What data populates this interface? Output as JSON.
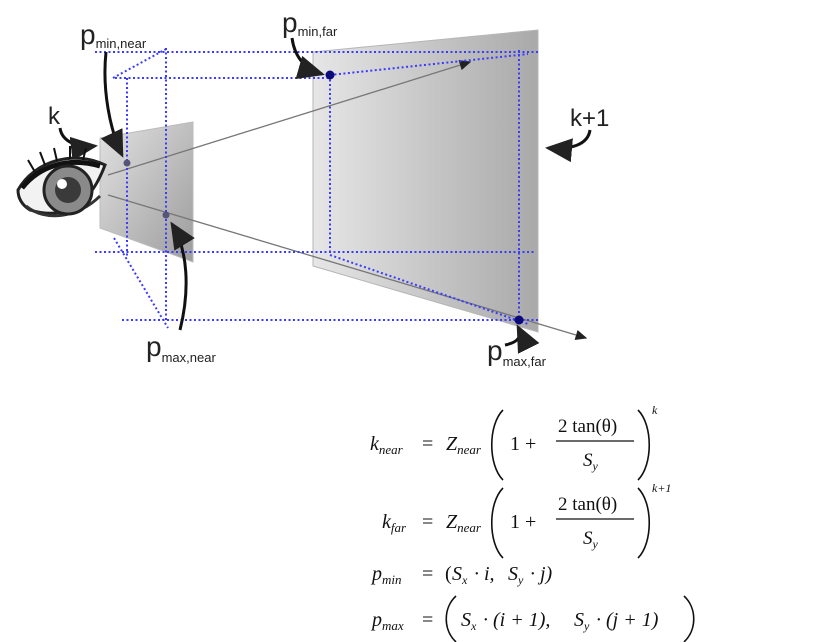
{
  "diagram": {
    "labels": {
      "p": "p",
      "p_min_near_sub": "min,near",
      "p_min_far_sub": "min,far",
      "p_max_near_sub": "max,near",
      "p_max_far_sub": "max,far",
      "k": "k",
      "k_plus_1": "k+1"
    },
    "colors": {
      "dotted_guides": "#3b3bff",
      "point_marker": "#0a0a7a",
      "ray_line": "#777777",
      "near_plane": "#c9c9c9",
      "far_plane": "#c4c4c4"
    },
    "icons": [
      "eye-icon",
      "arrow-icon"
    ]
  },
  "formulas": {
    "k_near": {
      "lhs_var": "k",
      "lhs_sub": "near",
      "eq": "=",
      "z": "Z",
      "z_sub": "near",
      "one_plus": "1 +",
      "numerator": "2 tan(θ)",
      "den_var": "S",
      "den_sub": "y",
      "exponent": "k"
    },
    "k_far": {
      "lhs_var": "k",
      "lhs_sub": "far",
      "eq": "=",
      "z": "Z",
      "z_sub": "near",
      "one_plus": "1 +",
      "numerator": "2 tan(θ)",
      "den_var": "S",
      "den_sub": "y",
      "exponent": "k+1"
    },
    "p_min": {
      "lhs_var": "p",
      "lhs_sub": "min",
      "eq": "=",
      "rhs": "(",
      "sx": "S",
      "sx_sub": "x",
      "dot_i": "· i,",
      "sy": "S",
      "sy_sub": "y",
      "dot_j": "· j)"
    },
    "p_max": {
      "lhs_var": "p",
      "lhs_sub": "max",
      "eq": "=",
      "sx": "S",
      "sx_sub": "x",
      "dot_i": "· (i + 1),",
      "sy": "S",
      "sy_sub": "y",
      "dot_j": "· (j + 1)"
    }
  }
}
